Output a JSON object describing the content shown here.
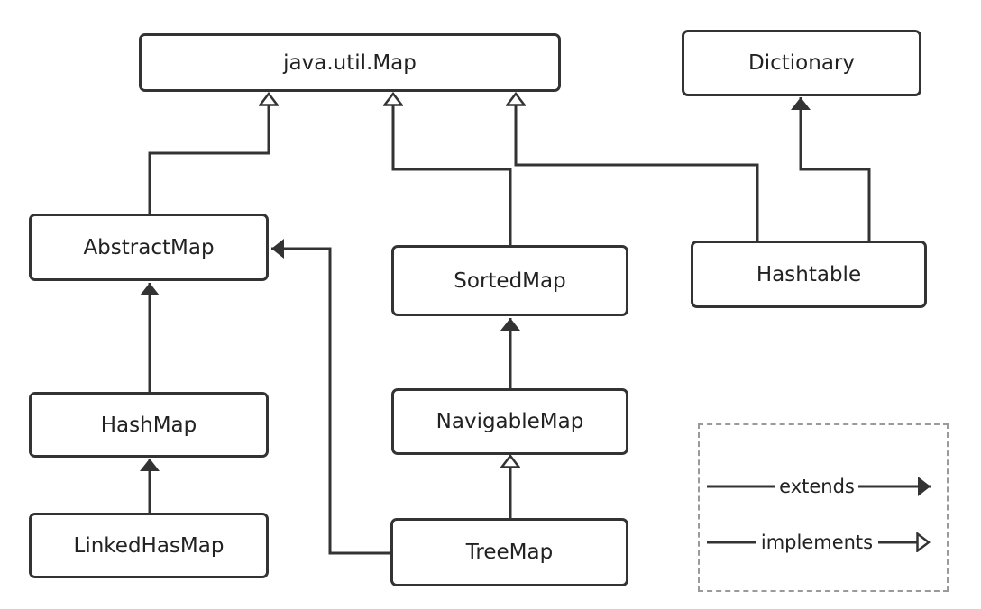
{
  "nodes": {
    "map": "java.util.Map",
    "dictionary": "Dictionary",
    "abstract_map": "AbstractMap",
    "sorted_map": "SortedMap",
    "hashtable": "Hashtable",
    "hash_map": "HashMap",
    "navigable_map": "NavigableMap",
    "linked_hash_map": "LinkedHasMap",
    "tree_map": "TreeMap"
  },
  "legend": {
    "extends_label": "extends",
    "implements_label": "implements"
  },
  "colors": {
    "line": "#333333",
    "legend_border": "#9a9a9a"
  }
}
